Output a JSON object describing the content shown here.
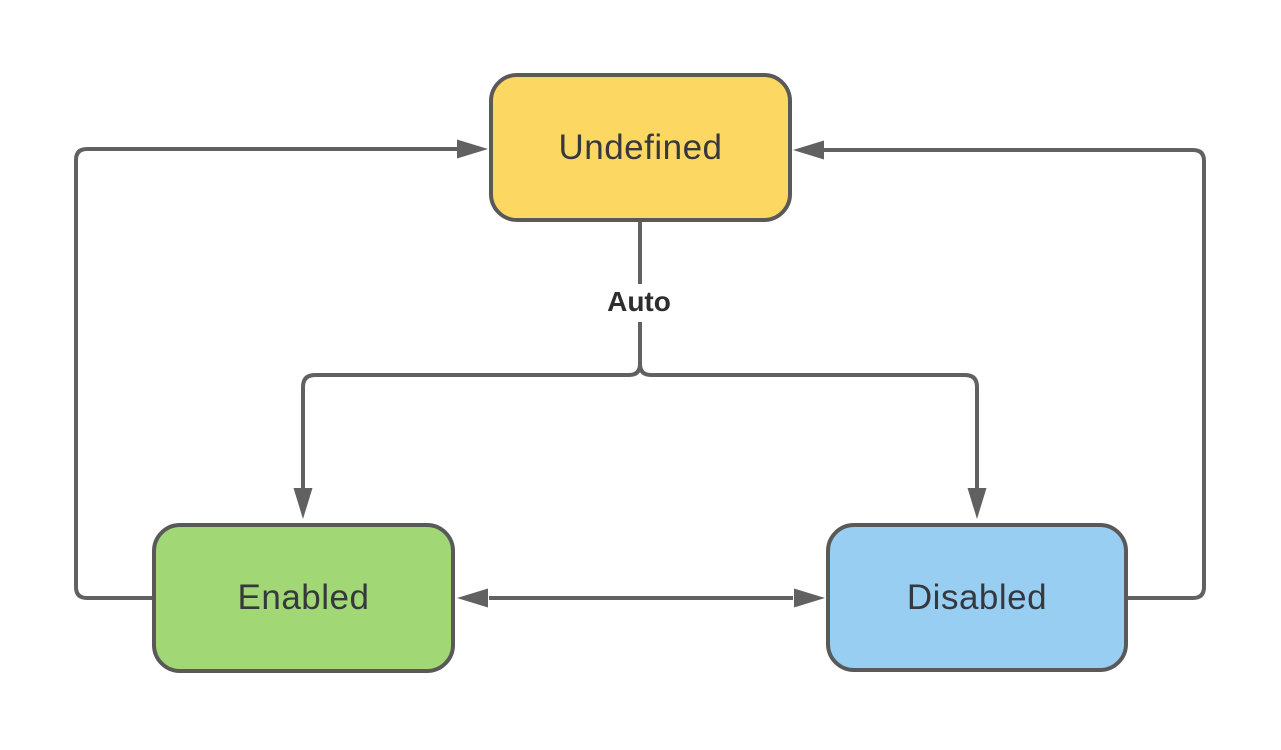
{
  "diagram": {
    "type": "state-diagram",
    "background_color": "#ffffff",
    "connector_color": "#616161",
    "node_border_color": "#595959",
    "node_text_color": "#35393e",
    "nodes": [
      {
        "id": "undefined",
        "label": "Undefined",
        "fill": "#fcd862",
        "position": "top-center"
      },
      {
        "id": "enabled",
        "label": "Enabled",
        "fill": "#a2d776",
        "position": "bottom-left"
      },
      {
        "id": "disabled",
        "label": "Disabled",
        "fill": "#98cef1",
        "position": "bottom-right"
      }
    ],
    "edges": [
      {
        "from": "undefined",
        "to": "enabled",
        "label": "Auto",
        "arrow": "end"
      },
      {
        "from": "undefined",
        "to": "disabled",
        "label": "Auto",
        "arrow": "end"
      },
      {
        "from": "enabled",
        "to": "undefined",
        "label": "",
        "arrow": "end"
      },
      {
        "from": "disabled",
        "to": "undefined",
        "label": "",
        "arrow": "end"
      },
      {
        "from": "enabled",
        "to": "disabled",
        "label": "",
        "arrow": "both"
      }
    ],
    "auto_label": "Auto"
  }
}
